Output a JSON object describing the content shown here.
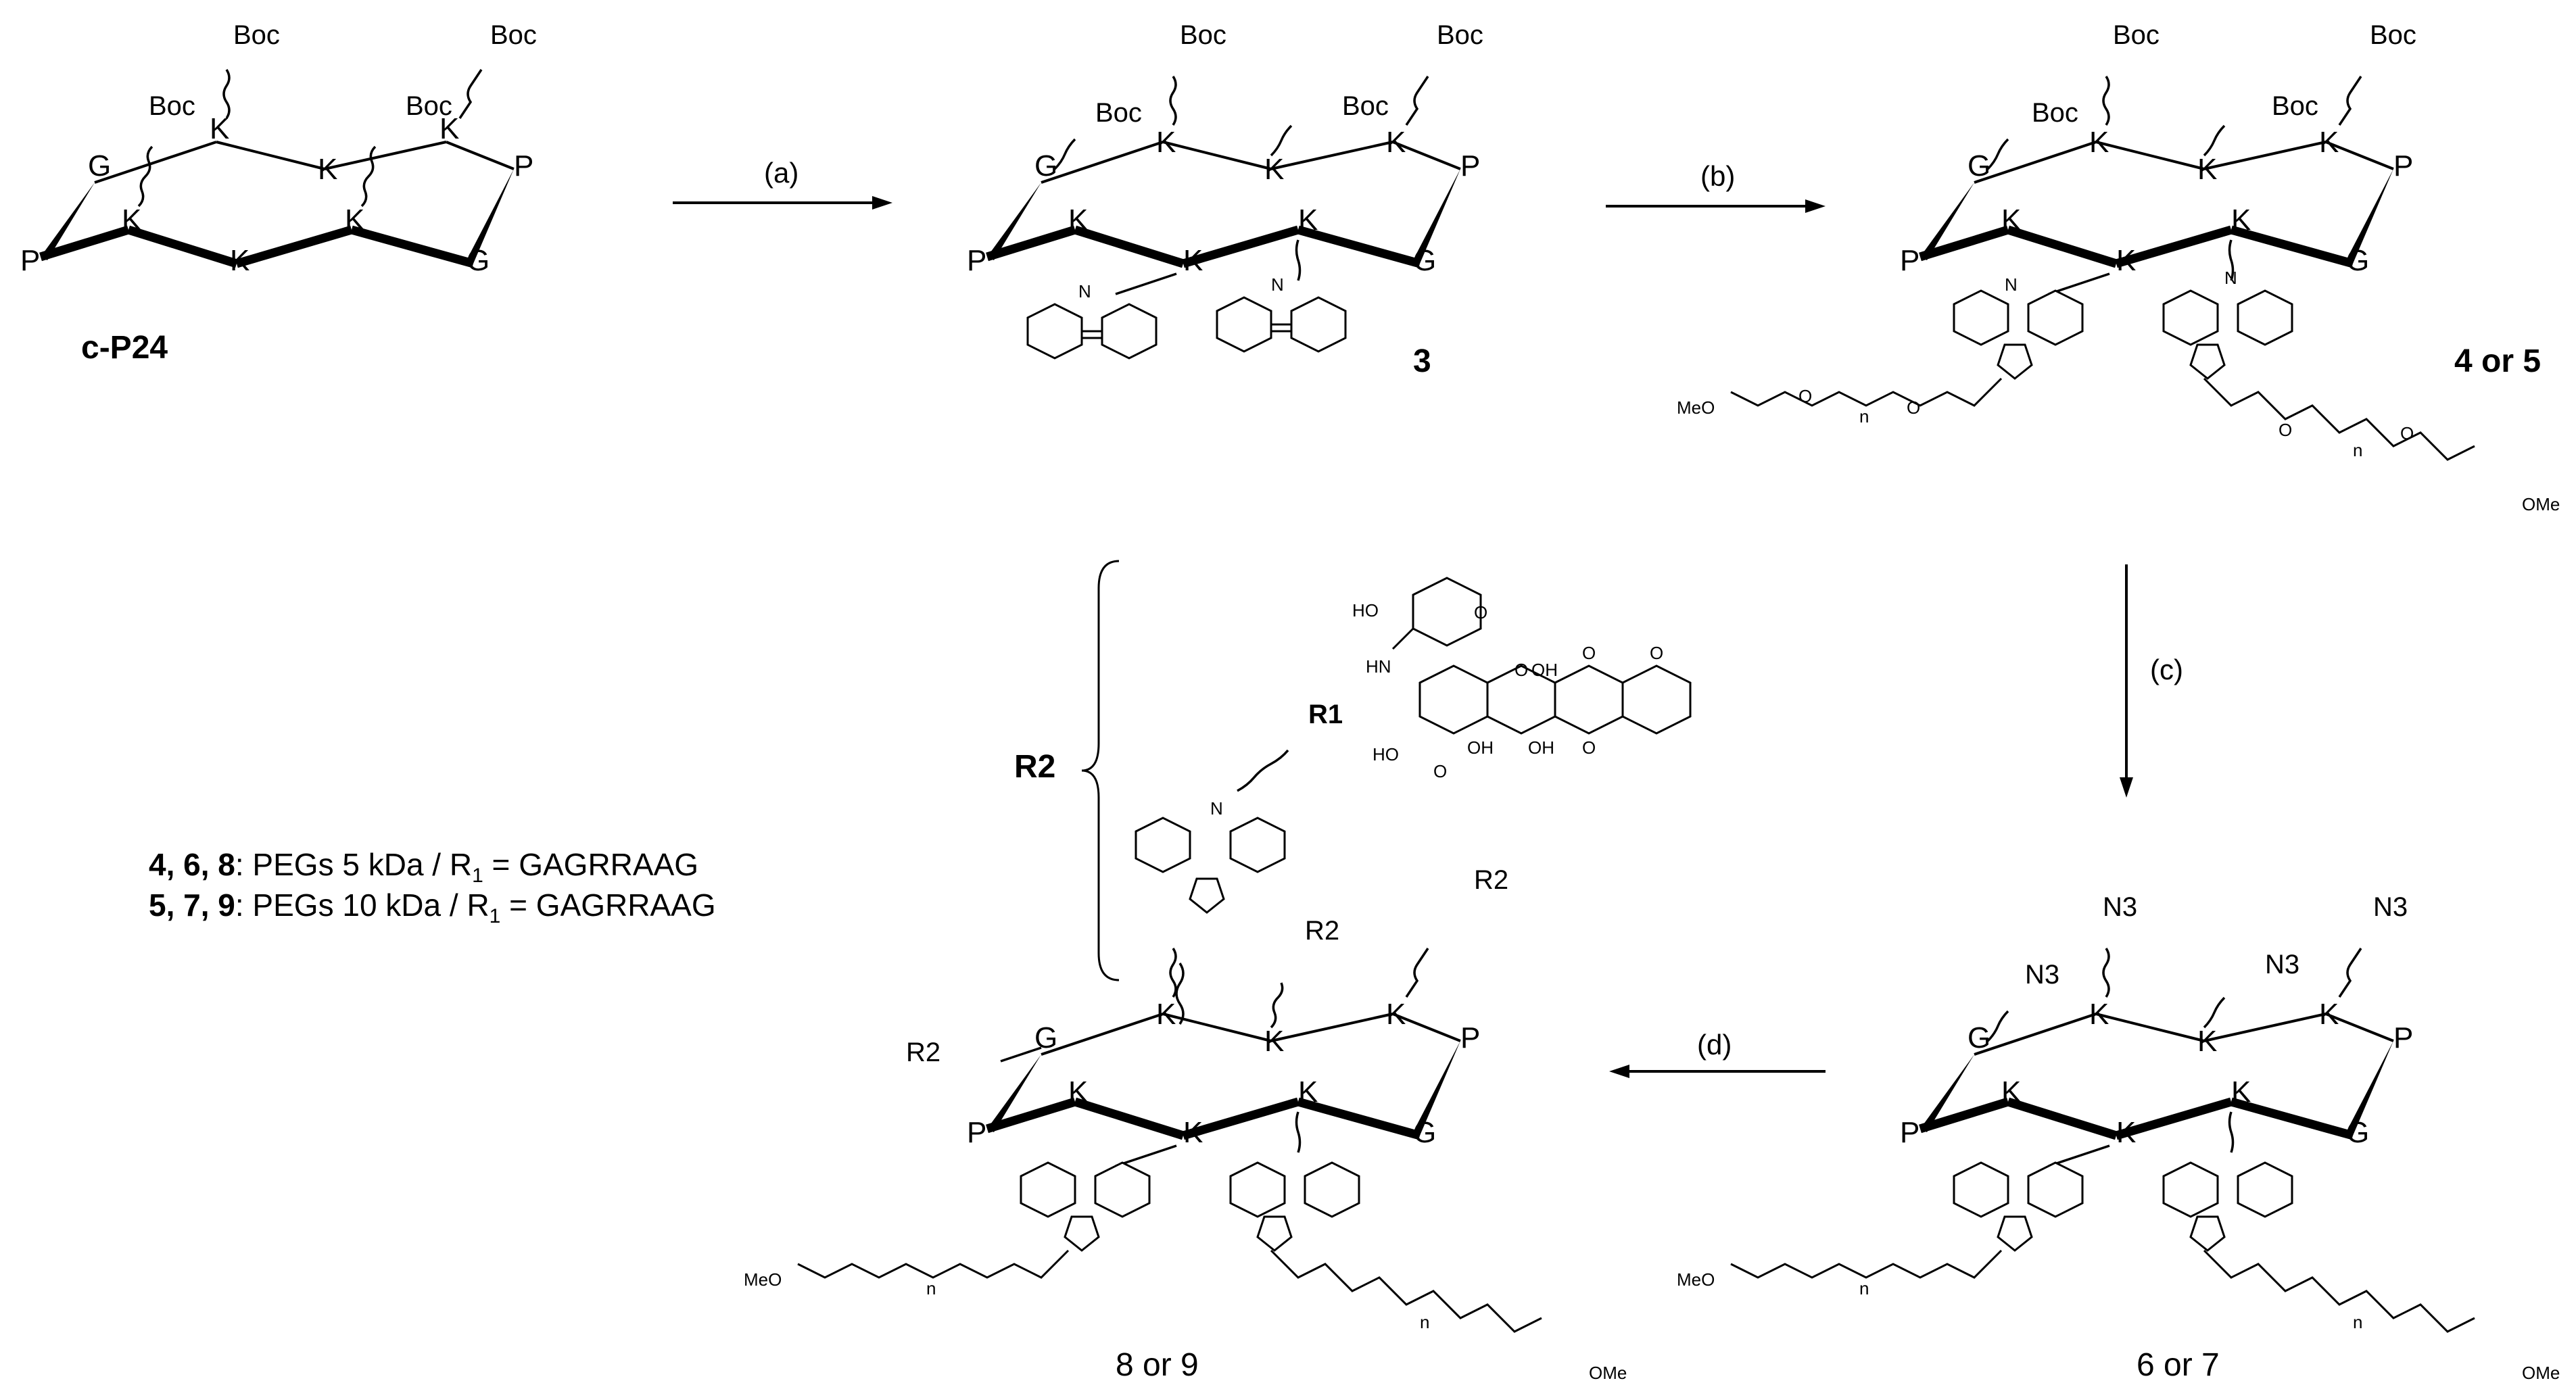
{
  "residues": {
    "g": "G",
    "k": "K",
    "p": "P"
  },
  "groups": {
    "boc": "Boc",
    "n3": "N3",
    "r2": "R2",
    "r1": "R1",
    "meo": "MeO",
    "ome": "OMe",
    "n_index": "n",
    "n_atom": "N",
    "o_atom": "O"
  },
  "compounds": {
    "c1": "c-P24",
    "c3": "3",
    "c45": "4 or 5",
    "c67": "6 or 7",
    "c89": "8 or 9"
  },
  "conditions": {
    "a": "(a)",
    "b": "(b)",
    "c": "(c)",
    "d": "(d)"
  },
  "legend": {
    "line1_bold": "4, 6, 8",
    "line1_text": ": PEGs 5 kDa / R",
    "line1_tail": " = GAGRRAAG",
    "line2_bold": "5, 7, 9",
    "line2_text": ": PEGs 10 kDa / R",
    "line2_tail": " = GAGRRAAG",
    "r2_label": "R2"
  },
  "drug": {
    "ho": "HO",
    "hn": "HN",
    "oh": "OH",
    "o": "O"
  }
}
